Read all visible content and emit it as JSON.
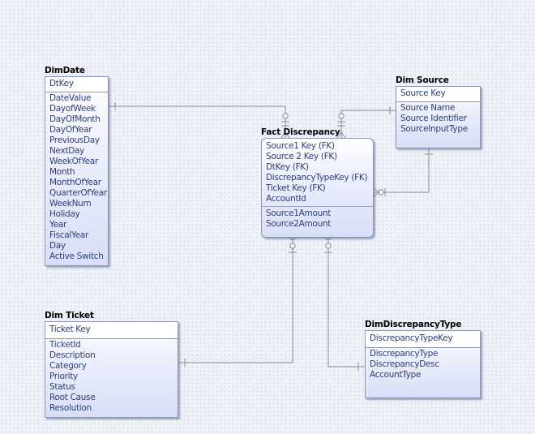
{
  "entities": {
    "dim_date": {
      "title": "DimDate",
      "keys": [
        "DtKey"
      ],
      "attributes": [
        "DateValue",
        "DayofWeek",
        "DayOfMonth",
        "DayOfYear",
        "PreviousDay",
        "NextDay",
        "WeekOfYear",
        "Month",
        "MonthOfYear",
        "QuarterOfYear",
        "WeekNum",
        "Holiday",
        "Year",
        "FiscalYear",
        "Day",
        "Active Switch"
      ]
    },
    "dim_source": {
      "title": "Dim Source",
      "keys": [
        "Source Key"
      ],
      "attributes": [
        "Source Name",
        "Source Identifier",
        "SourceInputType"
      ]
    },
    "fact_discrepancy": {
      "title": "Fact Discrepancy",
      "keys": [
        "Source1 Key (FK)",
        "Source 2 Key (FK)",
        "DtKey (FK)",
        "DiscrepancyTypeKey (FK)",
        "Ticket Key (FK)",
        "AccountId"
      ],
      "attributes": [
        "Source1Amount",
        "Source2Amount"
      ]
    },
    "dim_ticket": {
      "title": "Dim Ticket",
      "keys": [
        "Ticket Key"
      ],
      "attributes": [
        "TicketId",
        "Description",
        "Category",
        "Priority",
        "Status",
        "Root Cause",
        "Resolution"
      ]
    },
    "dim_discrepancy_type": {
      "title": "DimDiscrepancyType",
      "keys": [
        "DiscrepancyTypeKey"
      ],
      "attributes": [
        "DiscrepancyType",
        "DiscrepancyDesc",
        "AccountType"
      ]
    }
  },
  "relationships": [
    {
      "from": "DimDate",
      "to": "Fact Discrepancy",
      "parent_end": "one",
      "child_end": "zero-or-many"
    },
    {
      "from": "Dim Source",
      "to": "Fact Discrepancy",
      "parent_end": "one",
      "child_end": "zero-or-many",
      "via": "Source1 Key (FK)"
    },
    {
      "from": "Dim Source",
      "to": "Fact Discrepancy",
      "parent_end": "one",
      "child_end": "zero-or-many",
      "via": "Source 2 Key (FK)"
    },
    {
      "from": "Dim Ticket",
      "to": "Fact Discrepancy",
      "parent_end": "one",
      "child_end": "zero-or-many"
    },
    {
      "from": "DimDiscrepancyType",
      "to": "Fact Discrepancy",
      "parent_end": "one",
      "child_end": "zero-or-many"
    }
  ],
  "colors": {
    "field_text": "#2c3f7a",
    "box_border": "#8a96b2",
    "connector": "#8c8c8c",
    "canvas": "#eef2f8"
  }
}
